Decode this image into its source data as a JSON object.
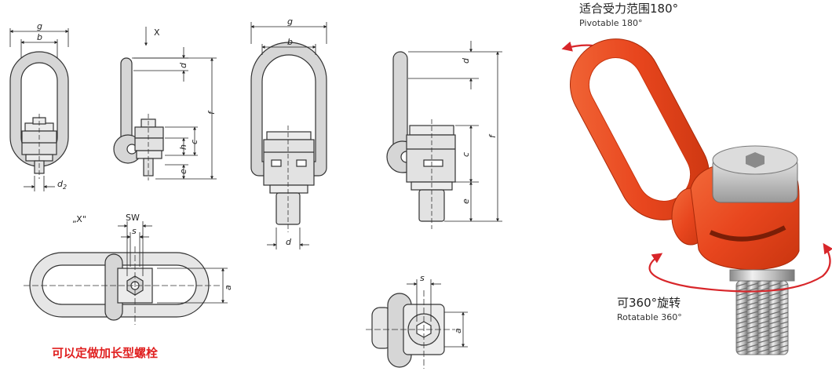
{
  "labels": {
    "g": "g",
    "b": "b",
    "d": "d",
    "d2": "d",
    "d2_sub": "2",
    "f": "f",
    "c": "c",
    "h": "h",
    "e": "e",
    "x": "X",
    "view_x": "„X\"",
    "sw": "SW",
    "s": "s",
    "a": "a"
  },
  "captions": {
    "pivot_cn": "适合受力范围180°",
    "pivot_en": "Pivotable 180°",
    "rotate_cn": "可360°旋转",
    "rotate_en": "Rotatable 360°",
    "long_bolt_note": "可以定做加长型螺栓"
  },
  "colors": {
    "product_orange": "#e8461e",
    "arrow_red": "#d8262a",
    "note_red": "#e02020",
    "line": "#333333",
    "fill_gray": "#d6d6d6"
  }
}
